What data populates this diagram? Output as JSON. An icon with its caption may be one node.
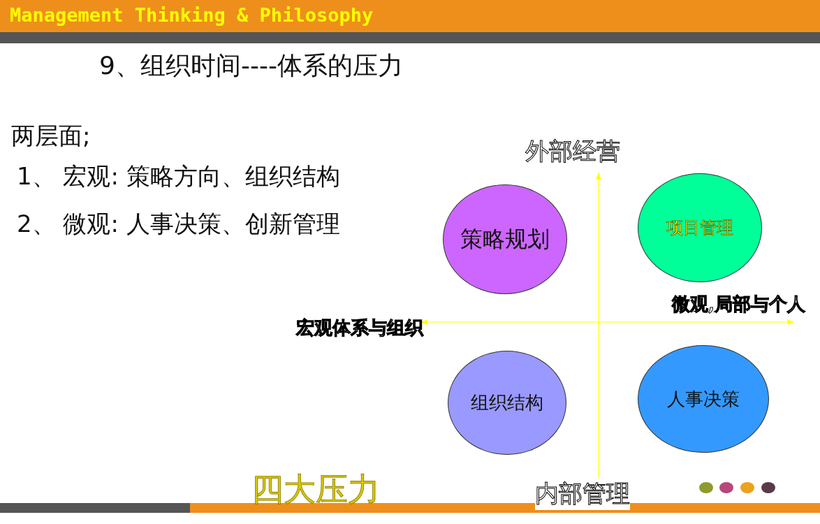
{
  "diagram": {
    "title": "9、组织时间----体系的压力",
    "nodes": [
      {
        "text": [
          "策略规划"
        ]
      },
      {
        "text": [
          "项目管理"
        ]
      },
      {
        "text": [
          "组织结构"
        ]
      },
      {
        "text": [
          "人事决策"
        ]
      }
    ],
    "labels": [
      "Management Thinking & Philosophy",
      "两层面;",
      "1、 宏观: 策略方向、组织结构",
      "2、 微观: 人事决策、创新管理",
      "外部经营",
      "微观,局部与个人",
      "宏观体系与组织",
      "内部管理",
      "四大压力"
    ]
  }
}
